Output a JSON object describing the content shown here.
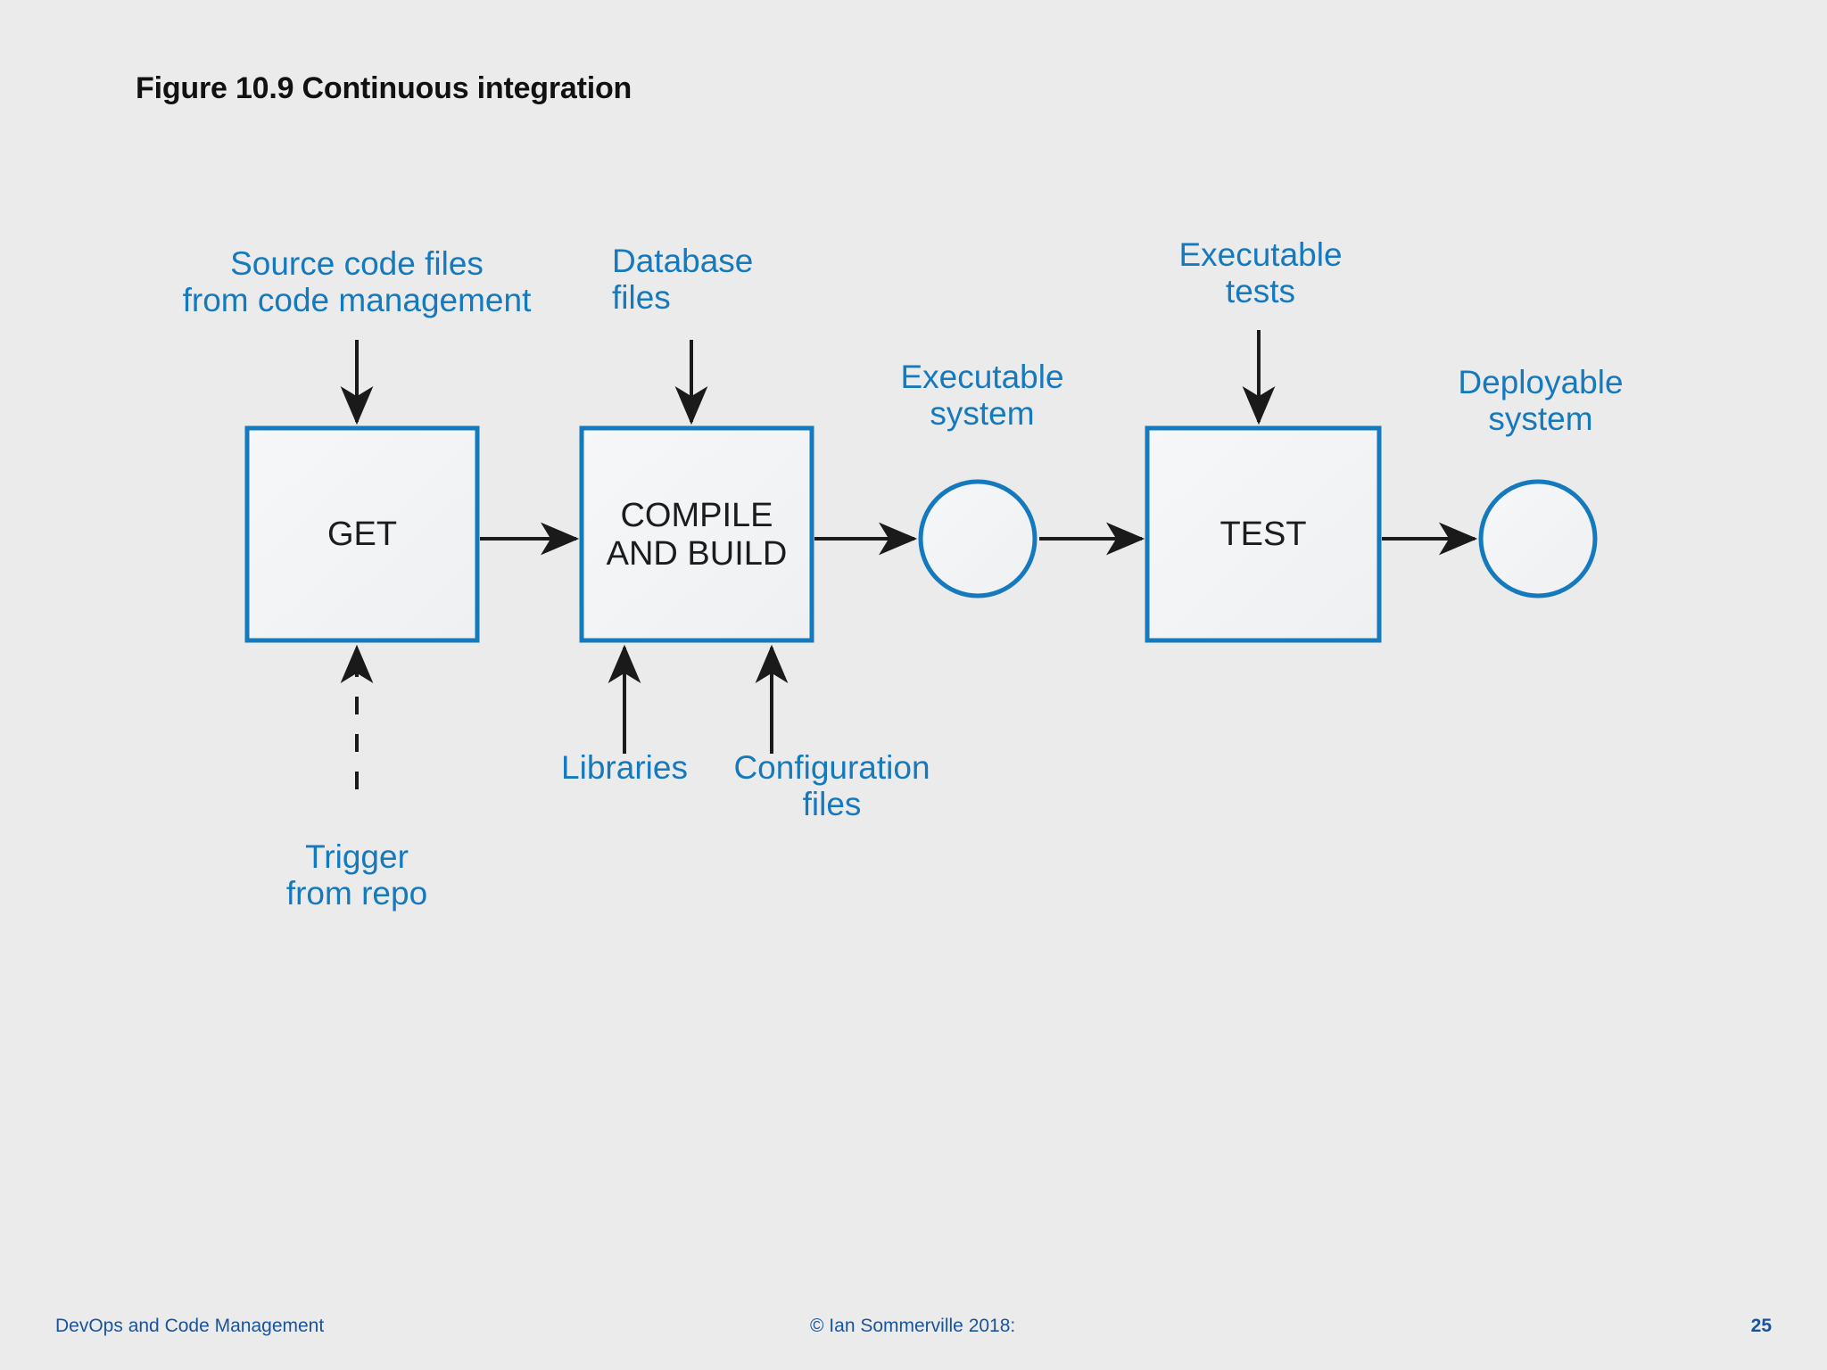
{
  "slide": {
    "background_color": "#ebebeb",
    "title": "Figure 10.9 Continuous integration"
  },
  "theme": {
    "accent_blue": "#1579bd",
    "shape_stroke": "#1579bd",
    "shape_fill": "#f2f3f5",
    "arrow_color": "#1a1a1a",
    "node_text_color": "#1c1c1c",
    "footer_blue": "#19549a",
    "title_color": "#111111"
  },
  "diagram": {
    "type": "flow-pipeline",
    "nodes": [
      {
        "id": "get",
        "shape": "rect",
        "label": "GET"
      },
      {
        "id": "compile",
        "shape": "rect",
        "label": "COMPILE\nAND BUILD"
      },
      {
        "id": "exec",
        "shape": "circle",
        "label": ""
      },
      {
        "id": "test",
        "shape": "rect",
        "label": "TEST"
      },
      {
        "id": "deploy",
        "shape": "circle",
        "label": ""
      }
    ],
    "flow_arrows": [
      {
        "from": "get",
        "to": "compile",
        "style": "solid"
      },
      {
        "from": "compile",
        "to": "exec",
        "style": "solid"
      },
      {
        "from": "exec",
        "to": "test",
        "style": "solid"
      },
      {
        "from": "test",
        "to": "deploy",
        "style": "solid"
      }
    ],
    "annotations": [
      {
        "id": "source-code-files",
        "text": "Source code files\nfrom code management",
        "target": "get",
        "direction": "down",
        "arrow_style": "solid"
      },
      {
        "id": "database-files",
        "text": "Database\nfiles",
        "target": "compile",
        "direction": "down",
        "arrow_style": "solid"
      },
      {
        "id": "executable-system",
        "text": "Executable\nsystem",
        "target": "exec",
        "direction": "none",
        "arrow_style": "none"
      },
      {
        "id": "executable-tests",
        "text": "Executable\ntests",
        "target": "test",
        "direction": "down",
        "arrow_style": "solid"
      },
      {
        "id": "deployable-system",
        "text": "Deployable\nsystem",
        "target": "deploy",
        "direction": "none",
        "arrow_style": "none"
      },
      {
        "id": "trigger-from-repo",
        "text": "Trigger\nfrom repo",
        "target": "get",
        "direction": "up",
        "arrow_style": "dashed"
      },
      {
        "id": "libraries",
        "text": "Libraries",
        "target": "compile",
        "direction": "up",
        "arrow_style": "solid"
      },
      {
        "id": "configuration-files",
        "text": "Configuration\nfiles",
        "target": "compile",
        "direction": "up",
        "arrow_style": "solid"
      }
    ]
  },
  "footer": {
    "left": "DevOps and Code Management",
    "center": "© Ian Sommerville 2018:",
    "page": "25"
  }
}
